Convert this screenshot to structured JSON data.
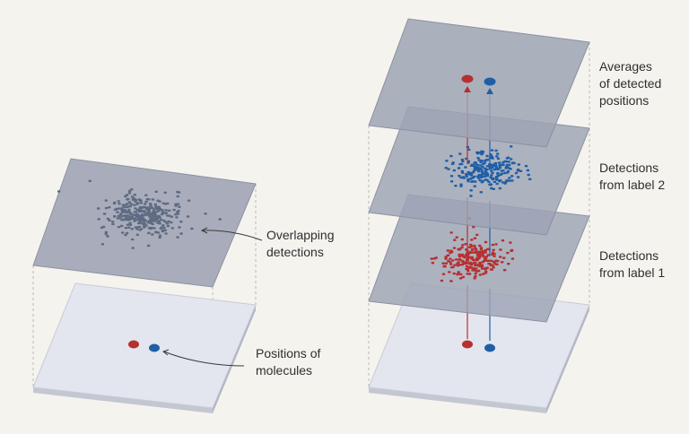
{
  "colors": {
    "background": "#f5f3ee",
    "detection_plane": "#9ea3b4",
    "molecule_plane": "#e3e6ee",
    "label1_red": "#b5302f",
    "label2_blue": "#1f5fa6",
    "overlap_gray": "#5f6b82"
  },
  "labels": {
    "overlapping_detections": [
      "Overlapping",
      "detections"
    ],
    "positions_of_molecules": [
      "Positions of",
      "molecules"
    ],
    "averages": [
      "Averages",
      "of detected",
      "positions"
    ],
    "label2": [
      "Detections",
      "from label 2"
    ],
    "label1": [
      "Detections",
      "from label 1"
    ]
  }
}
